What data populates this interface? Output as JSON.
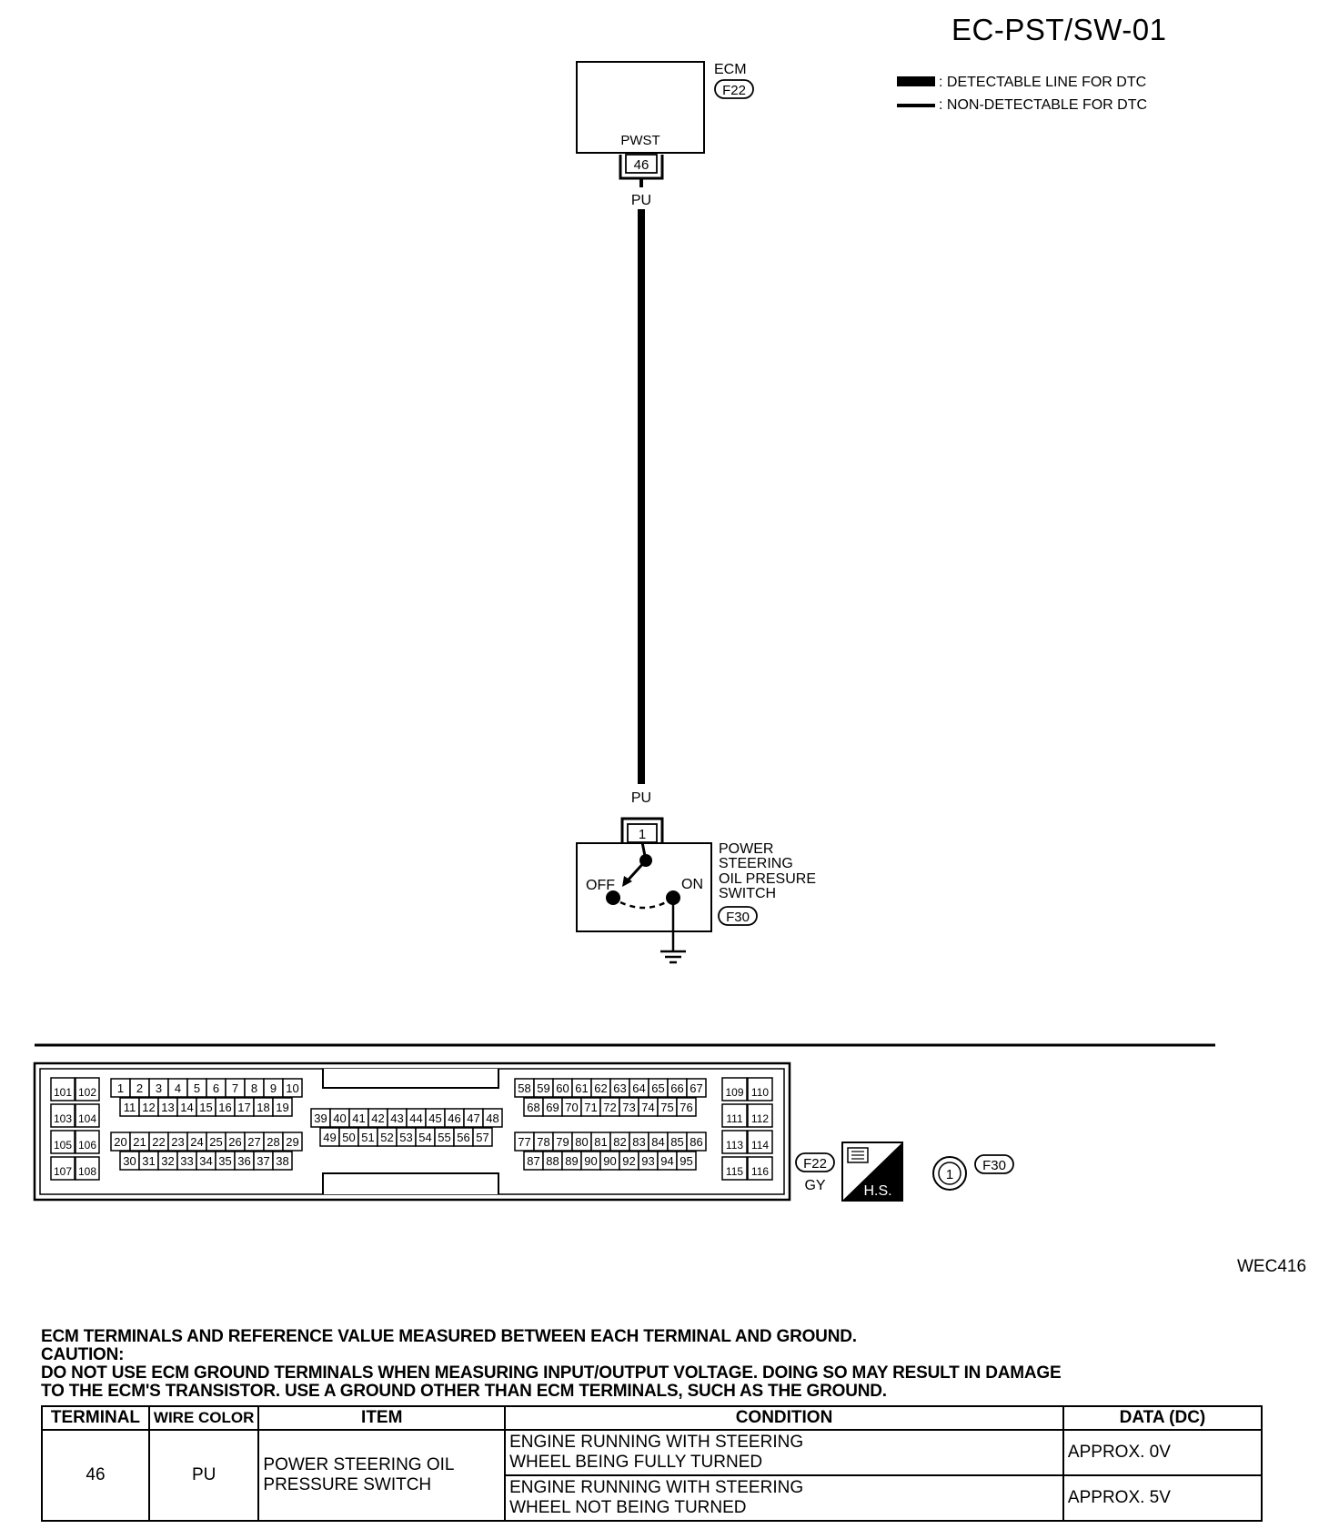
{
  "page_code": "EC-PST/SW-01",
  "figure_code": "WEC416",
  "legend": {
    "detectable": ": DETECTABLE LINE FOR DTC",
    "non_detectable": ": NON-DETECTABLE FOR DTC"
  },
  "ecm": {
    "label": "ECM",
    "connector": "F22",
    "signal": "PWST",
    "terminal": "46",
    "wire_color": "PU"
  },
  "switch": {
    "wire_color": "PU",
    "terminal": "1",
    "off_label": "OFF",
    "on_label": "ON",
    "name_lines": [
      "POWER",
      "STEERING",
      "OIL PRESURE",
      "SWITCH"
    ],
    "connector": "F30"
  },
  "connector_view": {
    "left_pairs": [
      [
        "101",
        "102"
      ],
      [
        "103",
        "104"
      ],
      [
        "105",
        "106"
      ],
      [
        "107",
        "108"
      ]
    ],
    "row1": [
      "1",
      "2",
      "3",
      "4",
      "5",
      "6",
      "7",
      "8",
      "9",
      "10"
    ],
    "row2": [
      "11",
      "12",
      "13",
      "14",
      "15",
      "16",
      "17",
      "18",
      "19"
    ],
    "row3": [
      "20",
      "21",
      "22",
      "23",
      "24",
      "25",
      "26",
      "27",
      "28",
      "29"
    ],
    "row4": [
      "30",
      "31",
      "32",
      "33",
      "34",
      "35",
      "36",
      "37",
      "38"
    ],
    "mid_row1": [
      "39",
      "40",
      "41",
      "42",
      "43",
      "44",
      "45",
      "46",
      "47",
      "48"
    ],
    "mid_row2": [
      "49",
      "50",
      "51",
      "52",
      "53",
      "54",
      "55",
      "56",
      "57"
    ],
    "right_row1": [
      "58",
      "59",
      "60",
      "61",
      "62",
      "63",
      "64",
      "65",
      "66",
      "67"
    ],
    "right_row2": [
      "68",
      "69",
      "70",
      "71",
      "72",
      "73",
      "74",
      "75",
      "76"
    ],
    "right_row3": [
      "77",
      "78",
      "79",
      "80",
      "81",
      "82",
      "83",
      "84",
      "85",
      "86"
    ],
    "right_row4": [
      "87",
      "88",
      "89",
      "90",
      "90",
      "92",
      "93",
      "94",
      "95"
    ],
    "far_right_pairs": [
      [
        "109",
        "110"
      ],
      [
        "111",
        "112"
      ],
      [
        "113",
        "114"
      ],
      [
        "115",
        "116"
      ]
    ],
    "f22_code": "F22",
    "f22_color": "GY",
    "hs_label": "H.S.",
    "f30_pin": "1",
    "f30_code": "F30"
  },
  "notes": {
    "line1": "ECM TERMINALS AND REFERENCE VALUE MEASURED BETWEEN EACH TERMINAL AND GROUND.",
    "line2": "CAUTION:",
    "line3": "DO NOT USE ECM GROUND TERMINALS WHEN MEASURING INPUT/OUTPUT VOLTAGE. DOING SO MAY RESULT IN DAMAGE",
    "line4": "TO THE ECM'S TRANSISTOR. USE A GROUND OTHER THAN ECM TERMINALS, SUCH AS THE GROUND."
  },
  "table": {
    "headers": [
      "TERMINAL",
      "WIRE COLOR",
      "ITEM",
      "CONDITION",
      "DATA (DC)"
    ],
    "terminal": "46",
    "wire_color": "PU",
    "item_line1": "POWER STEERING OIL",
    "item_line2": "PRESSURE SWITCH",
    "rows": [
      {
        "cond_line1": "ENGINE RUNNING WITH STEERING",
        "cond_line2": "WHEEL BEING FULLY TURNED",
        "data": "APPROX. 0V"
      },
      {
        "cond_line1": "ENGINE RUNNING WITH STEERING",
        "cond_line2": "WHEEL NOT BEING TURNED",
        "data": "APPROX. 5V"
      }
    ]
  }
}
